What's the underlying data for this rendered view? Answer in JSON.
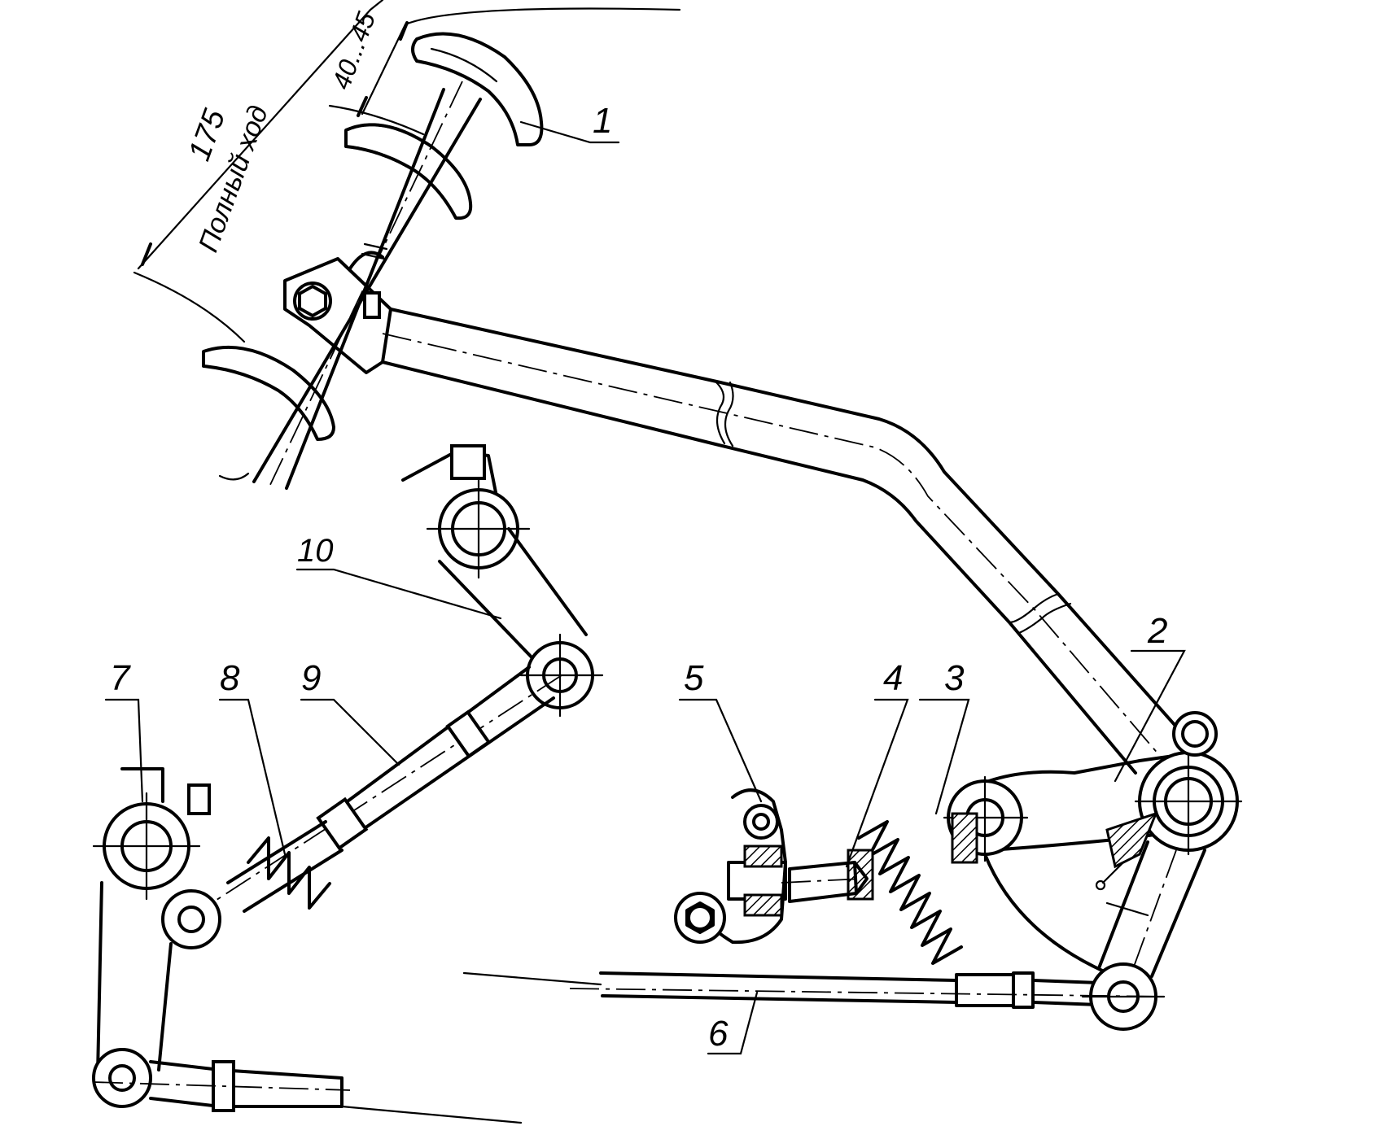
{
  "labels": {
    "l1": "1",
    "l2": "2",
    "l3": "3",
    "l4": "4",
    "l5": "5",
    "l6": "6",
    "l7": "7",
    "l8": "8",
    "l9": "9",
    "l10": "10"
  },
  "dimensions": {
    "full_stroke_value": "175",
    "full_stroke_text": "Полный ход",
    "free_play_value": "40...45"
  }
}
